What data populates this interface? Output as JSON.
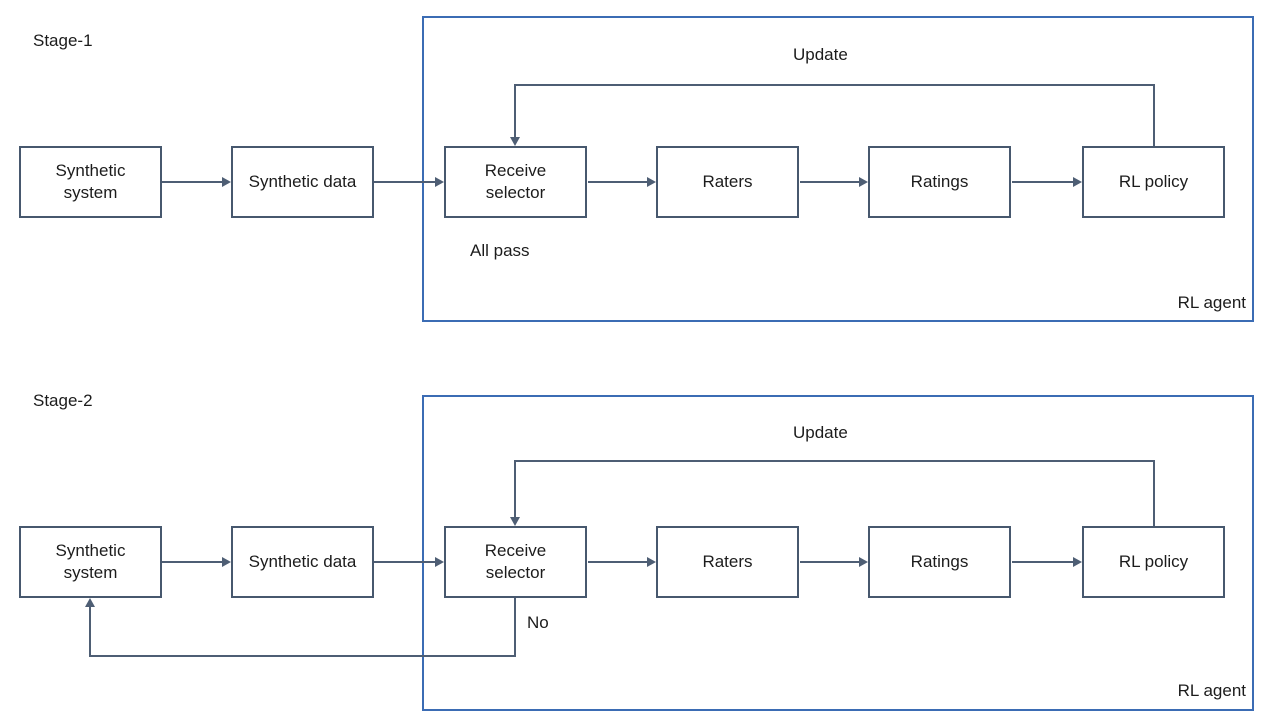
{
  "colors": {
    "agent_box_border": "#3b6cb4",
    "node_border": "#47586e",
    "connector": "#4e5e74",
    "text": "#1c1c1c"
  },
  "nodes": {
    "synthetic_system": "Synthetic system",
    "synthetic_data": "Synthetic data",
    "receive_selector": "Receive selector",
    "raters": "Raters",
    "ratings": "Ratings",
    "rl_policy": "RL policy"
  },
  "stage1": {
    "label": "Stage-1",
    "update_label": "Update",
    "branch_label": "All pass",
    "agent_label": "RL agent"
  },
  "stage2": {
    "label": "Stage-2",
    "update_label": "Update",
    "branch_label": "No",
    "agent_label": "RL agent"
  }
}
